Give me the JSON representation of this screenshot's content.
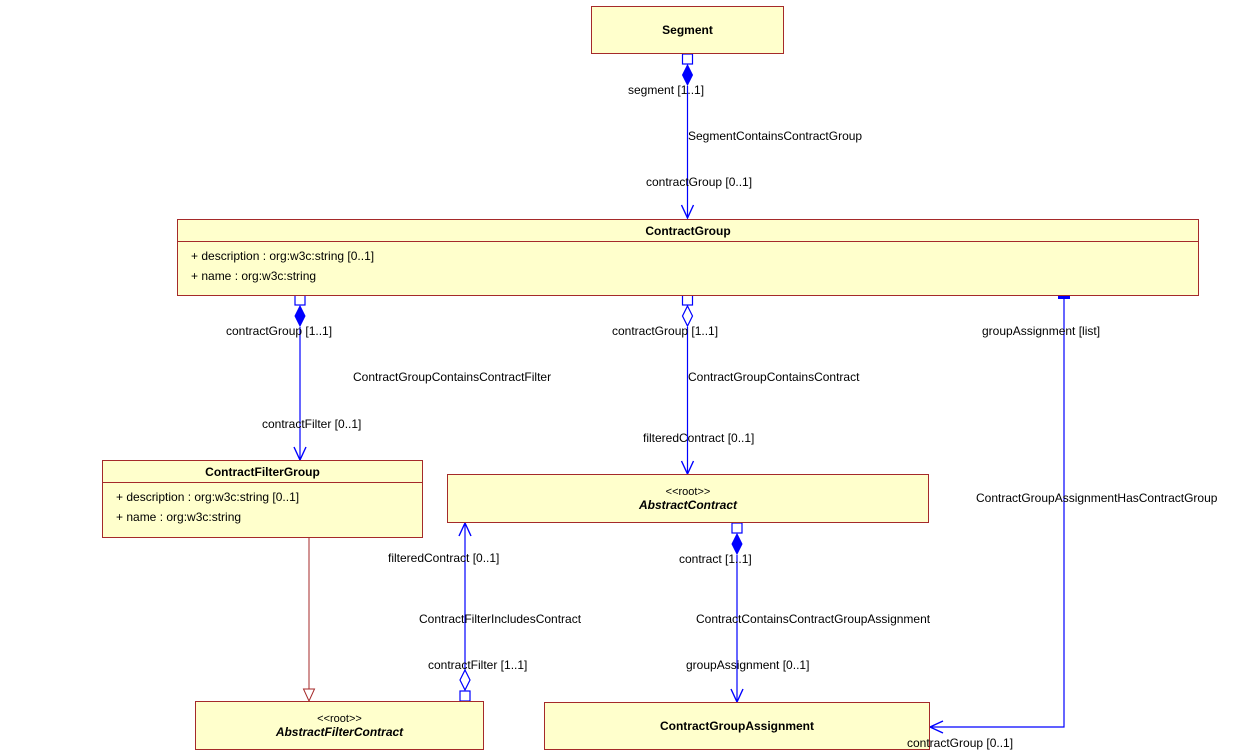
{
  "classes": {
    "segment": {
      "name": "Segment"
    },
    "contract_group": {
      "name": "ContractGroup",
      "attributes": [
        "+ description : org:w3c:string [0..1]",
        "+ name : org:w3c:string"
      ]
    },
    "contract_filter_group": {
      "name": "ContractFilterGroup",
      "attributes": [
        "+ description : org:w3c:string [0..1]",
        "+ name : org:w3c:string"
      ]
    },
    "abstract_contract": {
      "stereotype": "<<root>>",
      "name": "AbstractContract"
    },
    "abstract_filter_contract": {
      "stereotype": "<<root>>",
      "name": "AbstractFilterContract"
    },
    "contract_group_assignment": {
      "name": "ContractGroupAssignment"
    }
  },
  "associations": {
    "segment_contains_contract_group": {
      "name": "SegmentContainsContractGroup",
      "source_role": "segment [1..1]",
      "target_role": "contractGroup [0..1]"
    },
    "contract_group_contains_contract_filter": {
      "name": "ContractGroupContainsContractFilter",
      "source_role": "contractGroup [1..1]",
      "target_role": "contractFilter [0..1]"
    },
    "contract_group_contains_contract": {
      "name": "ContractGroupContainsContract",
      "source_role": "contractGroup [1..1]",
      "target_role": "filteredContract [0..1]"
    },
    "contract_group_assignment_has_contract_group": {
      "name": "ContractGroupAssignmentHasContractGroup",
      "source_role": "groupAssignment [list]",
      "target_role": "contractGroup [0..1]"
    },
    "contract_filter_includes_contract": {
      "name": "ContractFilterIncludesContract",
      "source_role": "contractFilter [1..1]",
      "target_role": "filteredContract [0..1]"
    },
    "contract_contains_contract_group_assignment": {
      "name": "ContractContainsContractGroupAssignment",
      "source_role": "contract [1..1]",
      "target_role": "groupAssignment [0..1]"
    }
  },
  "colors": {
    "class_fill": "#ffffcc",
    "class_border": "#a52a2a",
    "association_line": "#0000ff",
    "generalization_line": "#a52a2a"
  }
}
